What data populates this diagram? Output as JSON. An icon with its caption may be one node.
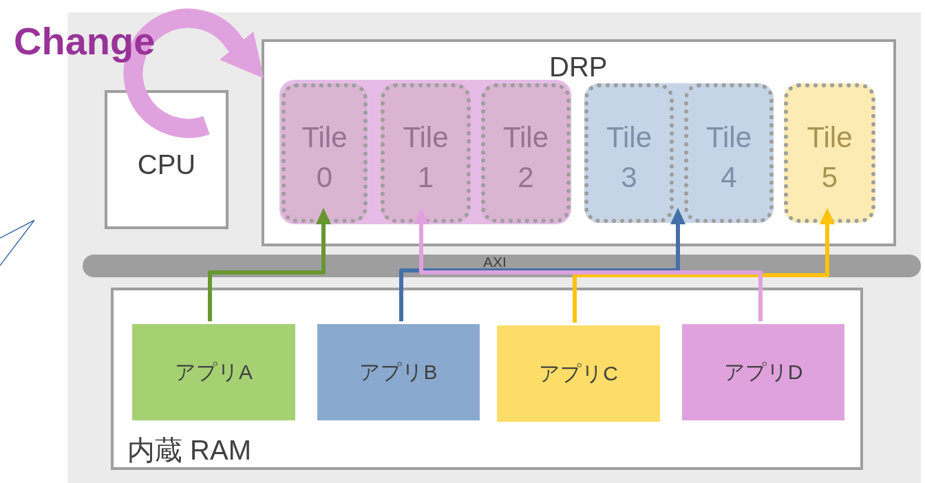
{
  "diagram": {
    "nodes": [
      {
        "text": [
          "CPU"
        ]
      },
      {
        "text": [
          "DRP"
        ]
      },
      {
        "text": [
          "Tile 0"
        ],
        "in": 1
      },
      {
        "text": [
          "Tile 1"
        ],
        "in": 1
      },
      {
        "text": [
          "Tile 2"
        ],
        "in": 1
      },
      {
        "text": [
          "Tile 3"
        ],
        "in": 1
      },
      {
        "text": [
          "Tile 4"
        ],
        "in": 1
      },
      {
        "text": [
          "Tile 5"
        ],
        "in": 1
      },
      {
        "text": [
          "内蔵 RAM"
        ]
      },
      {
        "text": [
          "アプリA"
        ],
        "in": 8
      },
      {
        "text": [
          "アプリB"
        ],
        "in": 8
      },
      {
        "text": [
          "アプリC"
        ],
        "in": 8
      },
      {
        "text": [
          "アプリD"
        ],
        "in": 8
      }
    ],
    "edges": [
      {
        "from": 0,
        "to": 1,
        "arrow": "to",
        "label": "Change",
        "color": "#e0a2de",
        "style": "thick"
      },
      {
        "from": 9,
        "to": 2,
        "arrow": "to",
        "color": "#67982f"
      },
      {
        "from": 10,
        "to": 5,
        "arrow": "to",
        "color": "#4470a8"
      },
      {
        "from": 11,
        "to": 7,
        "arrow": "to",
        "color": "#ffc20e"
      },
      {
        "from": 12,
        "to": 3,
        "arrow": "to",
        "color": "#e0a2de"
      }
    ],
    "labels": [
      "AXI"
    ]
  }
}
